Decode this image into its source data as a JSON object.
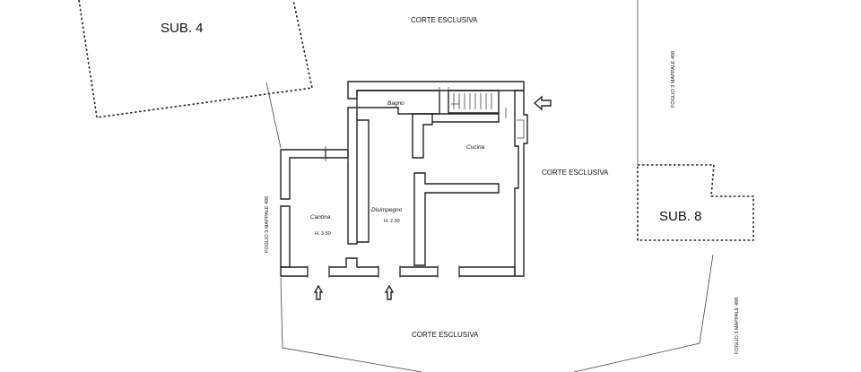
{
  "labels": {
    "sub4": "SUB. 4",
    "sub8": "SUB. 8",
    "corte_top": "CORTE ESCLUSIVA",
    "corte_right": "CORTE ESCLUSIVA",
    "corte_bottom": "CORTE ESCLUSIVA",
    "foglio_498_top": "FOGLIO 3 MAPPALE 498",
    "foglio_498_bottom": "FOGLIO 3 MAPPALE 498",
    "foglio_496": "FOGLIO 3 MAPPALE 496"
  },
  "rooms": {
    "bagno": "Bagno",
    "cucina": "Cucina",
    "cantina": "Cantina",
    "cantina_h": "H. 3.50",
    "disimpegno": "Disimpegno",
    "disimpegno_h": "H. 2.30"
  }
}
